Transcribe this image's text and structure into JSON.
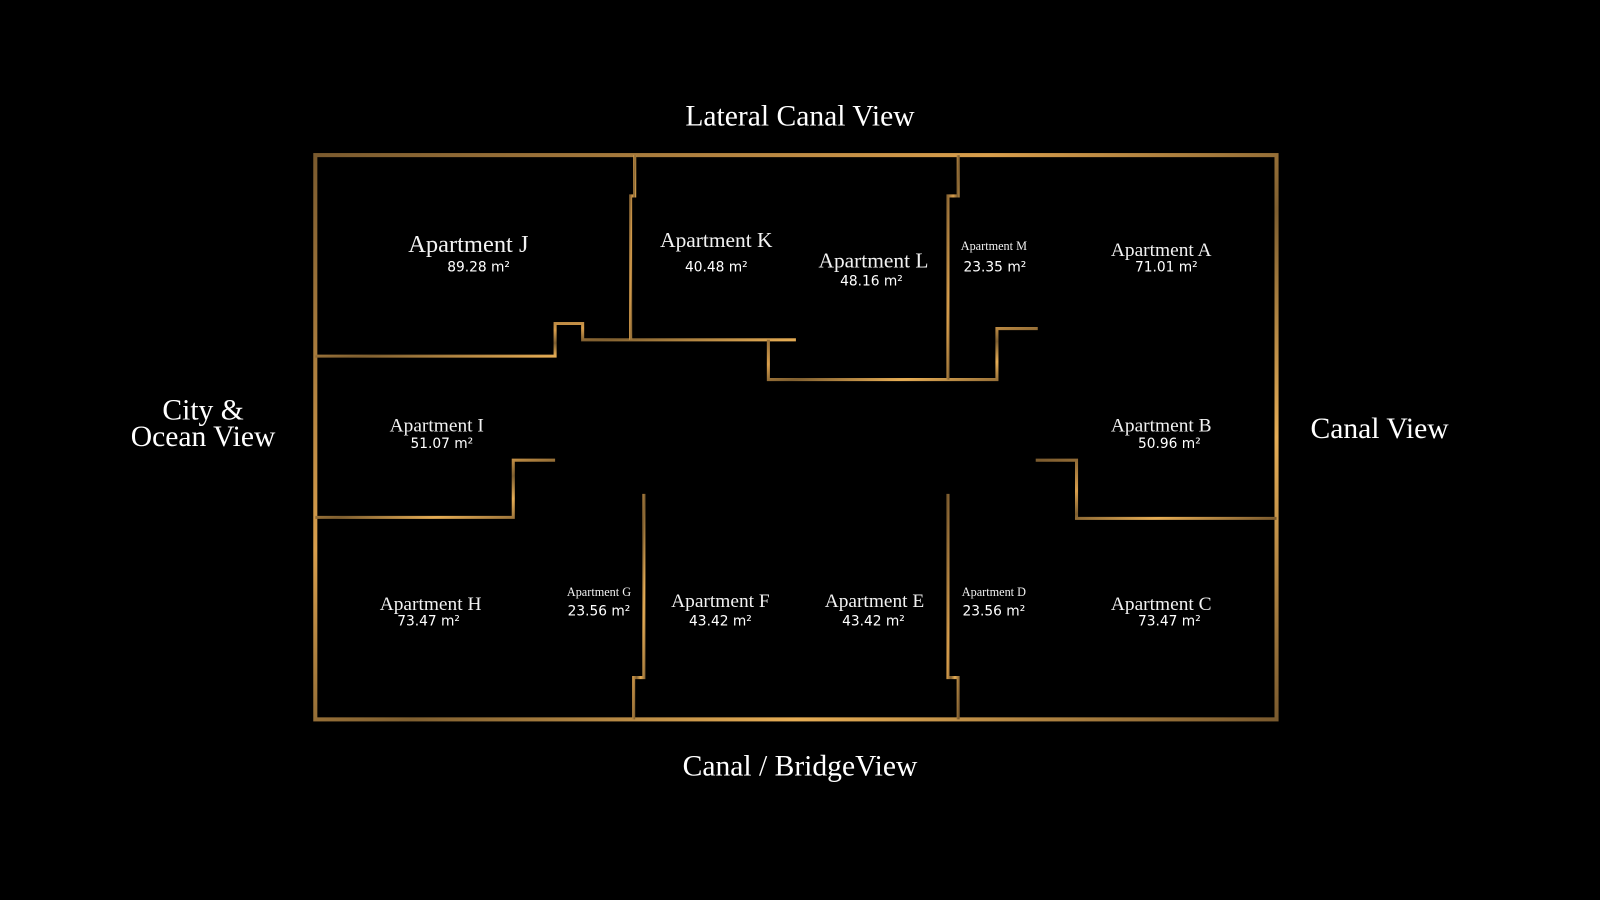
{
  "views": {
    "top": "Lateral Canal View",
    "bottom": "Canal / BridgeView",
    "left_line1": "City &",
    "left_line2": "Ocean View",
    "right": "Canal View"
  },
  "colors": {
    "gold_dark": "#7a5a2e",
    "gold_light": "#e6ad55",
    "background": "#000000"
  },
  "apartments": {
    "J": {
      "name": "Apartment J",
      "area": "89.28 m²"
    },
    "K": {
      "name": "Apartment K",
      "area": "40.48 m²"
    },
    "L": {
      "name": "Apartment L",
      "area": "48.16 m²"
    },
    "M": {
      "name": "Apartment M",
      "area": "23.35 m²"
    },
    "A": {
      "name": "Apartment A",
      "area": "71.01 m²"
    },
    "I": {
      "name": "Apartment I",
      "area": "51.07 m²"
    },
    "B": {
      "name": "Apartment B",
      "area": "50.96 m²"
    },
    "H": {
      "name": "Apartment H",
      "area": "73.47 m²"
    },
    "G": {
      "name": "Apartment G",
      "area": "23.56 m²"
    },
    "F": {
      "name": "Apartment F",
      "area": "43.42 m²"
    },
    "E": {
      "name": "Apartment E",
      "area": "43.42 m²"
    },
    "D": {
      "name": "Apartment D",
      "area": "23.56 m²"
    },
    "C": {
      "name": "Apartment C",
      "area": "73.47 m²"
    }
  }
}
